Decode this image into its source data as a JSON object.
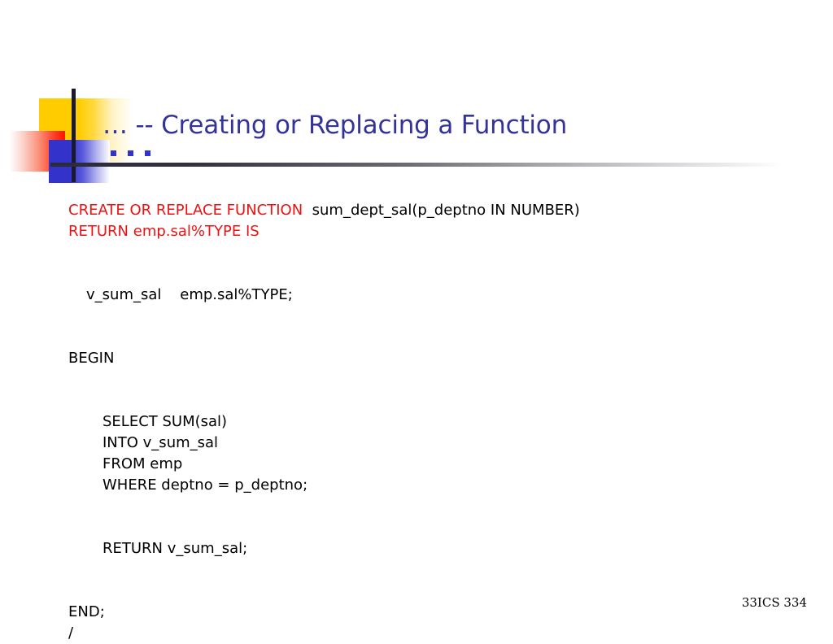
{
  "slide": {
    "title": "… -- Creating or Replacing a Function",
    "title_color": "#333399",
    "background_color": "#FFFFFF",
    "keyword_color": "#EE1111",
    "body_color": "#000000"
  },
  "decoration": {
    "name": "powerpoint-design-accent",
    "yellow_color": "#FFCC00",
    "red_color": "#FF1400",
    "blue_color": "#3333CC",
    "rule_color": "#2A2A3A"
  },
  "code": {
    "lines": [
      {
        "id": "l1",
        "indent": 0,
        "segments": [
          {
            "text": "CREATE OR REPLACE FUNCTION",
            "style": "kw"
          },
          {
            "text": "  sum_dept_sal(p_deptno IN NUMBER)",
            "style": "ident"
          }
        ]
      },
      {
        "id": "l2",
        "indent": 0,
        "segments": [
          {
            "text": "RETURN emp.sal%TYPE IS",
            "style": "kw"
          }
        ]
      },
      {
        "id": "l3",
        "indent": 0,
        "segments": [
          {
            "text": "",
            "style": "ident"
          }
        ]
      },
      {
        "id": "l4",
        "indent": 0,
        "segments": [
          {
            "text": "",
            "style": "ident"
          }
        ]
      },
      {
        "id": "l5",
        "indent": 1,
        "segments": [
          {
            "text": "v_sum_sal    emp.sal%TYPE;",
            "style": "ident"
          }
        ]
      },
      {
        "id": "l6",
        "indent": 0,
        "segments": [
          {
            "text": "",
            "style": "ident"
          }
        ]
      },
      {
        "id": "l7",
        "indent": 0,
        "segments": [
          {
            "text": "",
            "style": "ident"
          }
        ]
      },
      {
        "id": "l8",
        "indent": 0,
        "segments": [
          {
            "text": "BEGIN",
            "style": "ident"
          }
        ]
      },
      {
        "id": "l9",
        "indent": 0,
        "segments": [
          {
            "text": "",
            "style": "ident"
          }
        ]
      },
      {
        "id": "l10",
        "indent": 0,
        "segments": [
          {
            "text": "",
            "style": "ident"
          }
        ]
      },
      {
        "id": "l11",
        "indent": 2,
        "segments": [
          {
            "text": "SELECT SUM(sal)",
            "style": "ident"
          }
        ]
      },
      {
        "id": "l12",
        "indent": 2,
        "segments": [
          {
            "text": "INTO v_sum_sal",
            "style": "ident"
          }
        ]
      },
      {
        "id": "l13",
        "indent": 2,
        "segments": [
          {
            "text": "FROM emp",
            "style": "ident"
          }
        ]
      },
      {
        "id": "l14",
        "indent": 2,
        "segments": [
          {
            "text": "WHERE deptno = p_deptno;",
            "style": "ident"
          }
        ]
      },
      {
        "id": "l15",
        "indent": 0,
        "segments": [
          {
            "text": "",
            "style": "ident"
          }
        ]
      },
      {
        "id": "l16",
        "indent": 0,
        "segments": [
          {
            "text": "",
            "style": "ident"
          }
        ]
      },
      {
        "id": "l17",
        "indent": 2,
        "segments": [
          {
            "text": "RETURN v_sum_sal;",
            "style": "ident"
          }
        ]
      },
      {
        "id": "l18",
        "indent": 0,
        "segments": [
          {
            "text": "",
            "style": "ident"
          }
        ]
      },
      {
        "id": "l19",
        "indent": 0,
        "segments": [
          {
            "text": "",
            "style": "ident"
          }
        ]
      },
      {
        "id": "l20",
        "indent": 0,
        "segments": [
          {
            "text": "END;",
            "style": "ident"
          }
        ]
      },
      {
        "id": "l21",
        "indent": 0,
        "segments": [
          {
            "text": "/",
            "style": "ident"
          }
        ]
      }
    ]
  },
  "footer": {
    "slide_number": "33",
    "deck_name": "ICS 334"
  }
}
